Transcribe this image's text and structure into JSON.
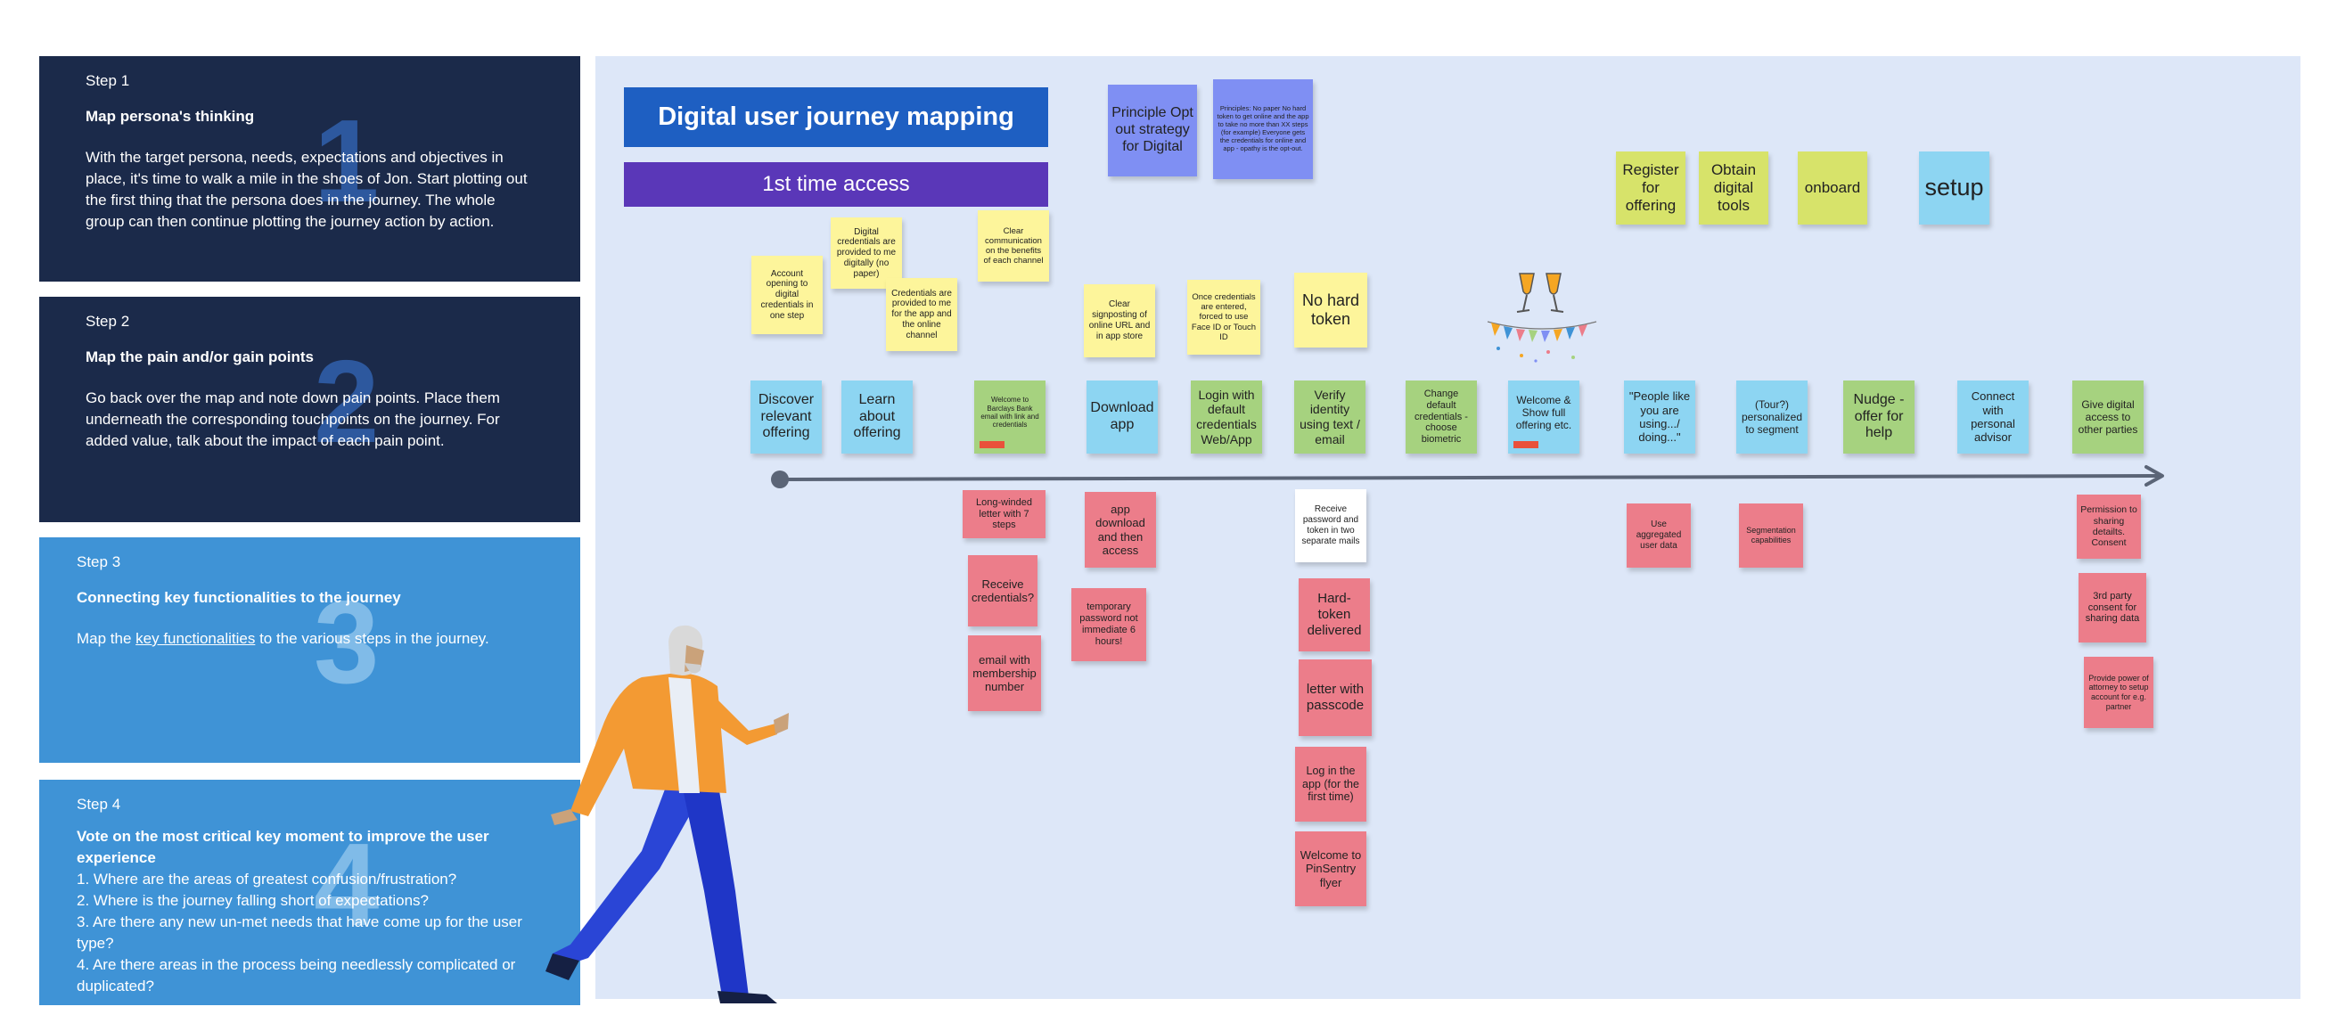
{
  "steps": [
    {
      "label": "Step 1",
      "number": "1",
      "title": "Map persona's thinking",
      "body": "With the target persona, needs, expectations and objectives in place, it's time to walk a mile in the shoes of Jon. Start plotting out the first thing that the persona does in the journey. The whole group can then continue plotting the journey action by action."
    },
    {
      "label": "Step 2",
      "number": "2",
      "title": "Map the pain and/or gain points",
      "body": "Go back over the map and note down pain points. Place them underneath the corresponding touchpoints on the journey. For added value, talk about the impact of each pain point."
    },
    {
      "label": "Step 3",
      "number": "3",
      "title": "Connecting key functionalities to the journey",
      "body_prefix": "Map the ",
      "body_link": "key functionalities",
      "body_suffix": " to the various steps in the journey."
    },
    {
      "label": "Step 4",
      "number": "4",
      "title": "Vote on the most critical key moment to improve the user experience",
      "body_lines": [
        "1. Where are the areas of greatest confusion/frustration?",
        "2. Where is the journey falling short of expectations?",
        "3. Are there any new un-met needs that have come up for the user type?",
        "4. Are there areas in the process being needlessly complicated or duplicated?"
      ]
    }
  ],
  "board": {
    "title": "Digital user journey mapping",
    "subtitle": "1st time access",
    "principle_note": "Principle Opt out strategy for Digital",
    "principles_detail": "Principles: No paper No hard token to get online and the app to take no more than XX steps (for example) Everyone gets the credentials for online and app - opathy is the opt-out.",
    "phases": [
      "Register for offering",
      "Obtain digital tools",
      "onboard",
      "setup"
    ],
    "top_notes": [
      "Account opening to digital credentials in one step",
      "Digital credentials are provided to me digitally (no paper)",
      "Credentials are provided to me for the app and the online channel",
      "Clear communication on the benefits of each channel",
      "Clear signposting of online URL and in app store",
      "Once credentials are entered, forced to use Face ID or Touch ID",
      "No hard token"
    ],
    "touchpoints": [
      "Discover relevant offering",
      "Learn about offering",
      "Welcome to Barclays Bank email with link and credentials",
      "Download app",
      "Login with default credentials Web/App",
      "Verify identity using text / email",
      "Change default credentials - choose biometric",
      "Welcome & Show full offering etc.",
      "\"People like you are using.../ doing...\"",
      "(Tour?) personalized to segment",
      "Nudge - offer for help",
      "Connect with personal advisor",
      "Give digital access to other parties"
    ],
    "pain_notes": [
      "Long-winded letter with 7 steps",
      "Receive credentials?",
      "email with membership number",
      "app download and then access",
      "temporary password not immediate 6 hours!",
      "Receive password and token in two separate mails",
      "Hard-token delivered",
      "letter with passcode",
      "Log in the app (for the first time)",
      "Welcome to PinSentry flyer",
      "Use aggregated user data",
      "Segmentation capabilities",
      "Permission to sharing detailts. Consent",
      "3rd party consent for sharing data",
      "Provide power of attorney to setup account for e.g. partner"
    ]
  },
  "colors": {
    "dark_panel": "#1b2a4a",
    "blue_panel": "#3f93d6",
    "board_bg": "#dde7f8",
    "title_bar": "#1e5fc2",
    "subtitle_bar": "#5a37b8",
    "timeline": "#5b6577"
  },
  "icons": [
    "persona-illustration",
    "champagne-glasses-icon",
    "bunting-icon",
    "timeline-arrow-icon"
  ]
}
